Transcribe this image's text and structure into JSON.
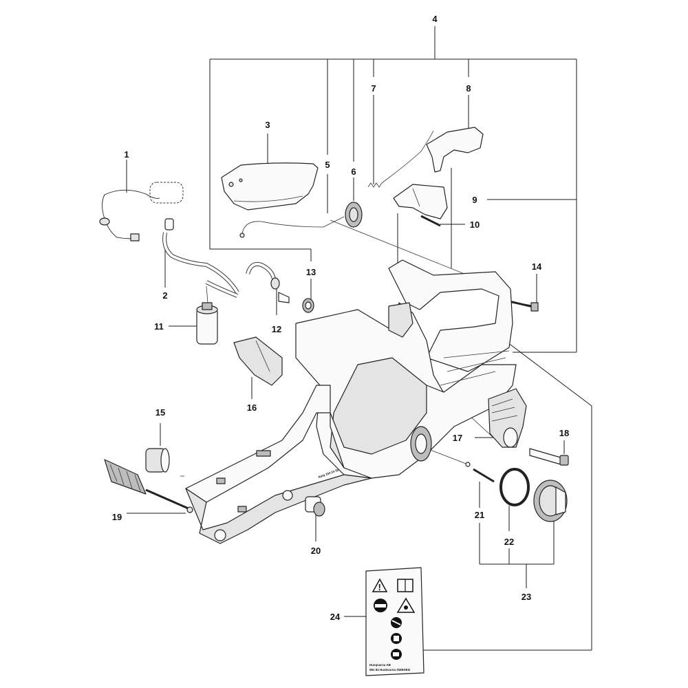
{
  "diagram": {
    "callouts": [
      {
        "id": "c1",
        "text": "1"
      },
      {
        "id": "c2",
        "text": "2"
      },
      {
        "id": "c3",
        "text": "3"
      },
      {
        "id": "c4",
        "text": "4"
      },
      {
        "id": "c5",
        "text": "5"
      },
      {
        "id": "c6",
        "text": "6"
      },
      {
        "id": "c7",
        "text": "7"
      },
      {
        "id": "c8",
        "text": "8"
      },
      {
        "id": "c9",
        "text": "9"
      },
      {
        "id": "c10",
        "text": "10"
      },
      {
        "id": "c11",
        "text": "11"
      },
      {
        "id": "c12",
        "text": "12"
      },
      {
        "id": "c13",
        "text": "13"
      },
      {
        "id": "c14",
        "text": "14"
      },
      {
        "id": "c15",
        "text": "15"
      },
      {
        "id": "c16",
        "text": "16"
      },
      {
        "id": "c17",
        "text": "17"
      },
      {
        "id": "c18",
        "text": "18"
      },
      {
        "id": "c19",
        "text": "19"
      },
      {
        "id": "c20",
        "text": "20"
      },
      {
        "id": "c21",
        "text": "21"
      },
      {
        "id": "c22",
        "text": "22"
      },
      {
        "id": "c23",
        "text": "23"
      },
      {
        "id": "c24",
        "text": "24"
      }
    ],
    "decal_text": {
      "line1": "Husqvarna AB",
      "line2": "581 82 Huskvarna SWEDEN"
    },
    "housing_stamp": "Aarg 153 24 55",
    "icons": [
      "warning-triangle-icon",
      "manual-book-icon",
      "ear-eye-protection-icon",
      "kickback-hazard-icon",
      "no-one-hand-icon",
      "gloves-icon",
      "boots-icon"
    ]
  }
}
